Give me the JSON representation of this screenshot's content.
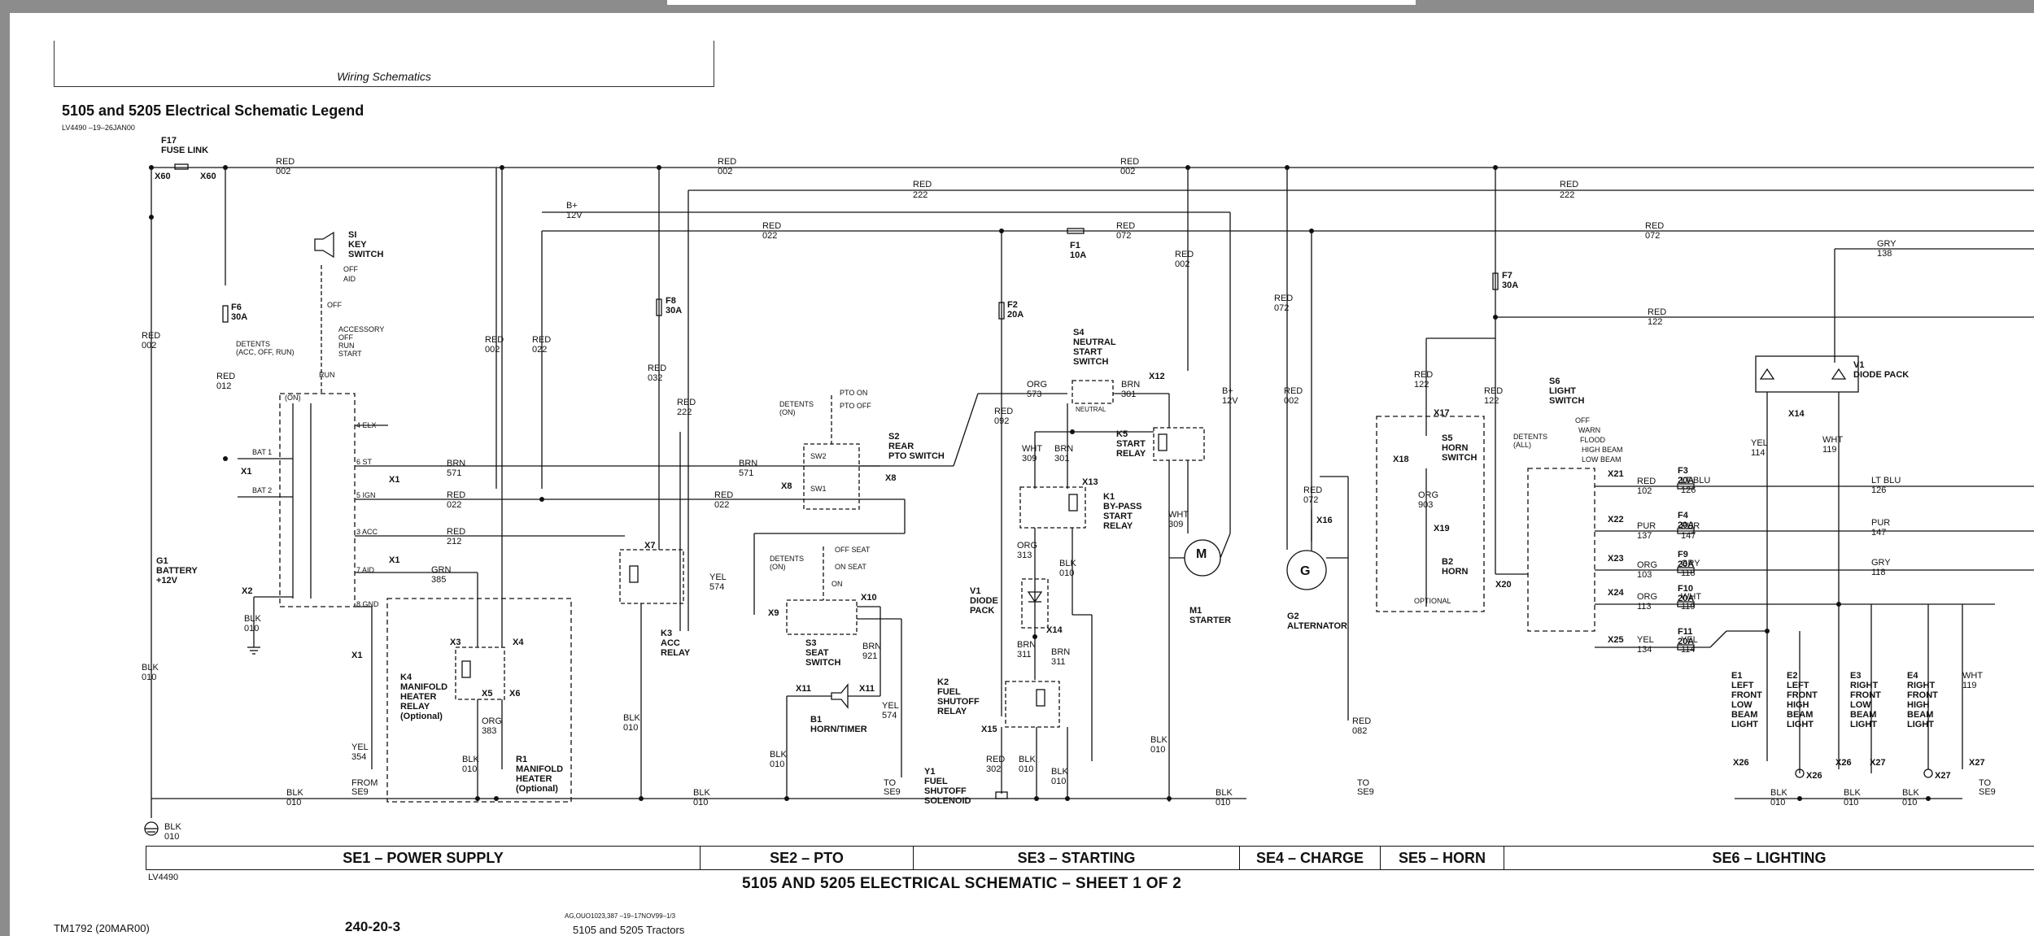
{
  "header": {
    "section_title": "Wiring Schematics",
    "legend_title": "5105 and 5205 Electrical Schematic Legend",
    "doc_id": "LV4490 –19–26JAN00"
  },
  "sections": [
    {
      "label": "SE1 – POWER SUPPLY"
    },
    {
      "label": "SE2 – PTO"
    },
    {
      "label": "SE3 – STARTING"
    },
    {
      "label": "SE4 – CHARGE"
    },
    {
      "label": "SE5 – HORN"
    },
    {
      "label": "SE6 – LIGHTING"
    }
  ],
  "footer": {
    "figure_code": "LV4490",
    "sheet_title": "5105 AND 5205 ELECTRICAL SCHEMATIC – SHEET 1 OF 2",
    "manual": "TM1792 (20MAR00)",
    "page_number": "240-20-3",
    "ag_code": "AG,OUO1023,387 –19–17NOV99–1/3",
    "product": "5105 and 5205 Tractors"
  },
  "components": [
    {
      "id": "F17",
      "name": "FUSE LINK"
    },
    {
      "id": "S1",
      "name": "KEY SWITCH"
    },
    {
      "id": "F6",
      "name": "30A"
    },
    {
      "id": "G1",
      "name": "BATTERY +12V"
    },
    {
      "id": "K4",
      "name": "MANIFOLD HEATER RELAY (Optional)"
    },
    {
      "id": "R1",
      "name": "MANIFOLD HEATER (Optional)"
    },
    {
      "id": "F8",
      "name": "30A"
    },
    {
      "id": "K3",
      "name": "ACC RELAY"
    },
    {
      "id": "S2",
      "name": "REAR PTO SWITCH"
    },
    {
      "id": "S3",
      "name": "SEAT SWITCH"
    },
    {
      "id": "B1",
      "name": "HORN/TIMER"
    },
    {
      "id": "F2",
      "name": "20A"
    },
    {
      "id": "F1",
      "name": "10A"
    },
    {
      "id": "S4",
      "name": "NEUTRAL START SWITCH"
    },
    {
      "id": "K5",
      "name": "START RELAY"
    },
    {
      "id": "K1",
      "name": "BY-PASS START RELAY"
    },
    {
      "id": "V1",
      "name": "DIODE PACK"
    },
    {
      "id": "K2",
      "name": "FUEL SHUTOFF RELAY"
    },
    {
      "id": "Y1",
      "name": "FUEL SHUTOFF SOLENOID"
    },
    {
      "id": "M1",
      "name": "STARTER"
    },
    {
      "id": "G2",
      "name": "ALTERNATOR"
    },
    {
      "id": "S5",
      "name": "HORN SWITCH"
    },
    {
      "id": "B2",
      "name": "HORN"
    },
    {
      "id": "F7",
      "name": "30A"
    },
    {
      "id": "S6",
      "name": "LIGHT SWITCH"
    },
    {
      "id": "V1b",
      "name": "DIODE PACK"
    },
    {
      "id": "F3",
      "name": "20A"
    },
    {
      "id": "F4",
      "name": "20A"
    },
    {
      "id": "F9",
      "name": "20A"
    },
    {
      "id": "F10",
      "name": "20A"
    },
    {
      "id": "F11",
      "name": "20A"
    },
    {
      "id": "E1",
      "name": "LEFT FRONT LOW BEAM LIGHT"
    },
    {
      "id": "E2",
      "name": "LEFT FRONT HIGH BEAM LIGHT"
    },
    {
      "id": "E3",
      "name": "RIGHT FRONT LOW BEAM LIGHT"
    },
    {
      "id": "E4",
      "name": "RIGHT FRONT HIGH BEAM LIGHT"
    }
  ],
  "labels": {
    "f17_id": "F17",
    "f17_name": "FUSE LINK",
    "x60a": "X60",
    "x60b": "X60",
    "red002": "RED",
    "n002": "002",
    "red222": "RED",
    "n222": "222",
    "bplus": "B+",
    "v12": "12V",
    "red022": "RED",
    "n022": "022",
    "red072": "RED",
    "n072": "072",
    "gry": "GRY",
    "n138": "138",
    "red122": "RED",
    "n122": "122",
    "s1_id": "SI",
    "s1_key": "KEY",
    "s1_sw": "SWITCH",
    "off": "OFF",
    "aid": "AID",
    "a_off": "OFF",
    "accessory": "ACCESSORY",
    "off2": "OFF",
    "run": "RUN",
    "start": "START",
    "run2": "RUN",
    "detents": "DETENTS",
    "detents_sub": "(ACC, OFF, RUN)",
    "f6": "F6",
    "a30": "30A",
    "red012": "RED",
    "n012": "012",
    "bat1": "BAT 1",
    "bat2": "BAT 2",
    "x1a": "X1",
    "elx": "4 ELX",
    "st": "6 ST",
    "ign": "5 IGN",
    "acc": "3 ACC",
    "aid7": "7 AID",
    "gnd": "8 GND",
    "brn": "BRN",
    "n571": "571",
    "red212": "RED",
    "n212": "212",
    "grn": "GRN",
    "n385": "385",
    "g1": "G1",
    "battery": "BATTERY",
    "p12v": "+12V",
    "x2": "X2",
    "blk": "BLK",
    "n010": "010",
    "f8": "F8",
    "f8a": "30A",
    "red032": "RED",
    "n032": "032",
    "x7": "X7",
    "k3": "K3",
    "k3n": "ACC",
    "k3r": "RELAY",
    "k4": "K4",
    "k4a": "MANIFOLD",
    "k4b": "HEATER",
    "k4c": "RELAY",
    "k4d": "(Optional)",
    "x3": "X3",
    "x4": "X4",
    "x5": "X5",
    "x6": "X6",
    "org": "ORG",
    "n383": "383",
    "r1": "R1",
    "r1a": "MANIFOLD",
    "r1b": "HEATER",
    "r1c": "(Optional)",
    "yel": "YEL",
    "n354": "354",
    "from": "FROM",
    "se9": "SE9",
    "pto_on": "PTO ON",
    "pto_off": "PTO OFF",
    "det_on": "DETENTS",
    "det_on2": "(ON)",
    "s2": "S2",
    "s2a": "REAR",
    "s2b": "PTO SWITCH",
    "x8": "X8",
    "x8b": "X8",
    "sw2": "SW2",
    "sw1": "SW1",
    "off_seat": "OFF SEAT",
    "on_seat": "ON SEAT",
    "on": "ON",
    "n574": "574",
    "x9": "X9",
    "x10": "X10",
    "s3": "S3",
    "s3a": "SEAT",
    "s3b": "SWITCH",
    "n921": "921",
    "x11": "X11",
    "x11b": "X11",
    "b1": "B1",
    "b1a": "HORN/TIMER",
    "to": "TO",
    "f2": "F2",
    "f2a": "20A",
    "f1": "F1",
    "f1a": "10A",
    "s4": "S4",
    "s4a": "NEUTRAL",
    "s4b": "START",
    "s4c": "SWITCH",
    "neutral": "NEUTRAL",
    "n573": "573",
    "n092": "092",
    "x12": "X12",
    "n301": "301",
    "k5": "K5",
    "k5a": "START",
    "k5b": "RELAY",
    "wht": "WHT",
    "n309": "309",
    "x13": "X13",
    "k1": "K1",
    "k1a": "BY-PASS",
    "k1b": "START",
    "k1c": "RELAY",
    "n313": "313",
    "v1": "V1",
    "v1a": "DIODE",
    "v1b": "PACK",
    "x14": "X14",
    "n311": "311",
    "k2": "K2",
    "k2a": "FUEL",
    "k2b": "SHUTOFF",
    "k2c": "RELAY",
    "x15": "X15",
    "y1": "Y1",
    "y1a": "FUEL",
    "y1b": "SHUTOFF",
    "y1c": "SOLENOID",
    "n302": "302",
    "m": "M",
    "m1": "M1",
    "m1a": "STARTER",
    "x16": "X16",
    "g": "G",
    "g2": "G2",
    "g2a": "ALTERNATOR",
    "n082": "082",
    "x17": "X17",
    "x18": "X18",
    "s5": "S5",
    "s5a": "HORN",
    "s5b": "SWITCH",
    "n903": "903",
    "x19": "X19",
    "b2": "B2",
    "b2a": "HORN",
    "optional": "OPTIONAL",
    "f7": "F7",
    "f7a": "30A",
    "s6": "S6",
    "s6a": "LIGHT",
    "s6b": "SWITCH",
    "det_all": "DETENTS",
    "det_all2": "(ALL)",
    "l_off": "OFF",
    "warn": "WARN",
    "flood": "FLOOD",
    "hibeam": "HIGH BEAM",
    "lobeam": "LOW BEAM",
    "x20": "X20",
    "x21": "X21",
    "x22": "X22",
    "x23": "X23",
    "x24": "X24",
    "x25": "X25",
    "n102": "102",
    "pur": "PUR",
    "n137": "137",
    "n103": "103",
    "n113": "113",
    "n134": "134",
    "f3": "F3",
    "f4": "F4",
    "f9": "F9",
    "f10": "F10",
    "f11": "F11",
    "a20": "20A",
    "ltblu": "LT BLU",
    "n126": "126",
    "n147": "147",
    "n118": "118",
    "n119": "119",
    "n114": "114",
    "v1d": "V1",
    "v1da": "DIODE PACK",
    "e1": "E1",
    "e2": "E2",
    "e3": "E3",
    "e4": "E4",
    "left": "LEFT",
    "right": "RIGHT",
    "front": "FRONT",
    "low": "LOW",
    "high": "HIGH",
    "beam": "BEAM",
    "light": "LIGHT",
    "x26": "X26",
    "x27": "X27"
  }
}
